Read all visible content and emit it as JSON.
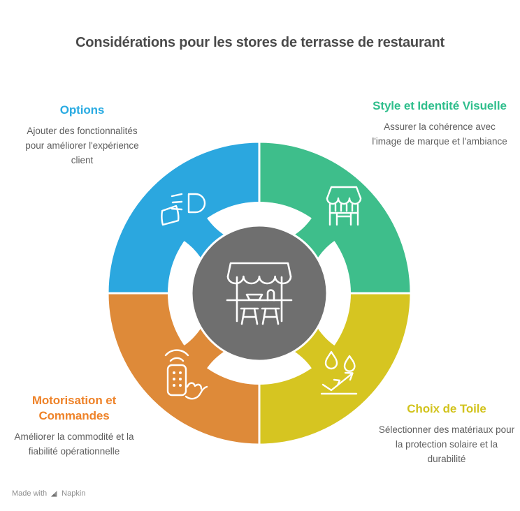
{
  "title": "Considérations pour les stores de terrasse de restaurant",
  "background": "#ffffff",
  "hub": {
    "color": "#6f6f6f",
    "icon": "terrace-stall-icon"
  },
  "segments": [
    {
      "id": "options",
      "label": "Options",
      "description": "Ajouter des fonctionnalités pour améliorer l'expérience client",
      "color": "#2BA7DF",
      "label_color": "#29ABE2",
      "icon": "flood-light-icon",
      "position": "top-left"
    },
    {
      "id": "style-identite-visuelle",
      "label": "Style et Identité Visuelle",
      "description": "Assurer la cohérence avec l'image de marque et l'ambiance",
      "color": "#3EBE8B",
      "label_color": "#2FBE8C",
      "icon": "storefront-icon",
      "position": "top-right"
    },
    {
      "id": "choix-de-toile",
      "label": "Choix de Toile",
      "description": "Sélectionner des matériaux pour la protection solaire et la durabilité",
      "color": "#D6C521",
      "label_color": "#D2C31D",
      "icon": "water-repellent-icon",
      "position": "bottom-right"
    },
    {
      "id": "motorisation-commandes",
      "label": "Motorisation et Commandes",
      "description": "Améliorer la commodité et la fiabilité opérationnelle",
      "color": "#DE8A39",
      "label_color": "#EE8228",
      "icon": "remote-control-icon",
      "position": "bottom-left"
    }
  ],
  "footer": {
    "made_with": "Made with",
    "brand": "Napkin"
  }
}
